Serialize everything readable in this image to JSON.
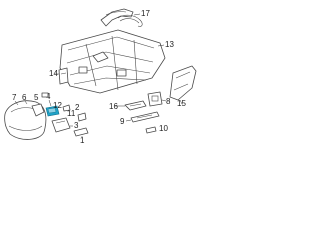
{
  "diagram": {
    "callouts": {
      "c1": "1",
      "c2": "2",
      "c3": "3",
      "c4": "4",
      "c5": "5",
      "c6": "6",
      "c7": "7",
      "c8": "8",
      "c9": "9",
      "c10": "10",
      "c11": "11",
      "c12": "12",
      "c13": "13",
      "c14": "14",
      "c15": "15",
      "c16": "16",
      "c17": "17"
    },
    "highlight_color": "#1fa3c9",
    "line_color": "#4a4a4a"
  }
}
